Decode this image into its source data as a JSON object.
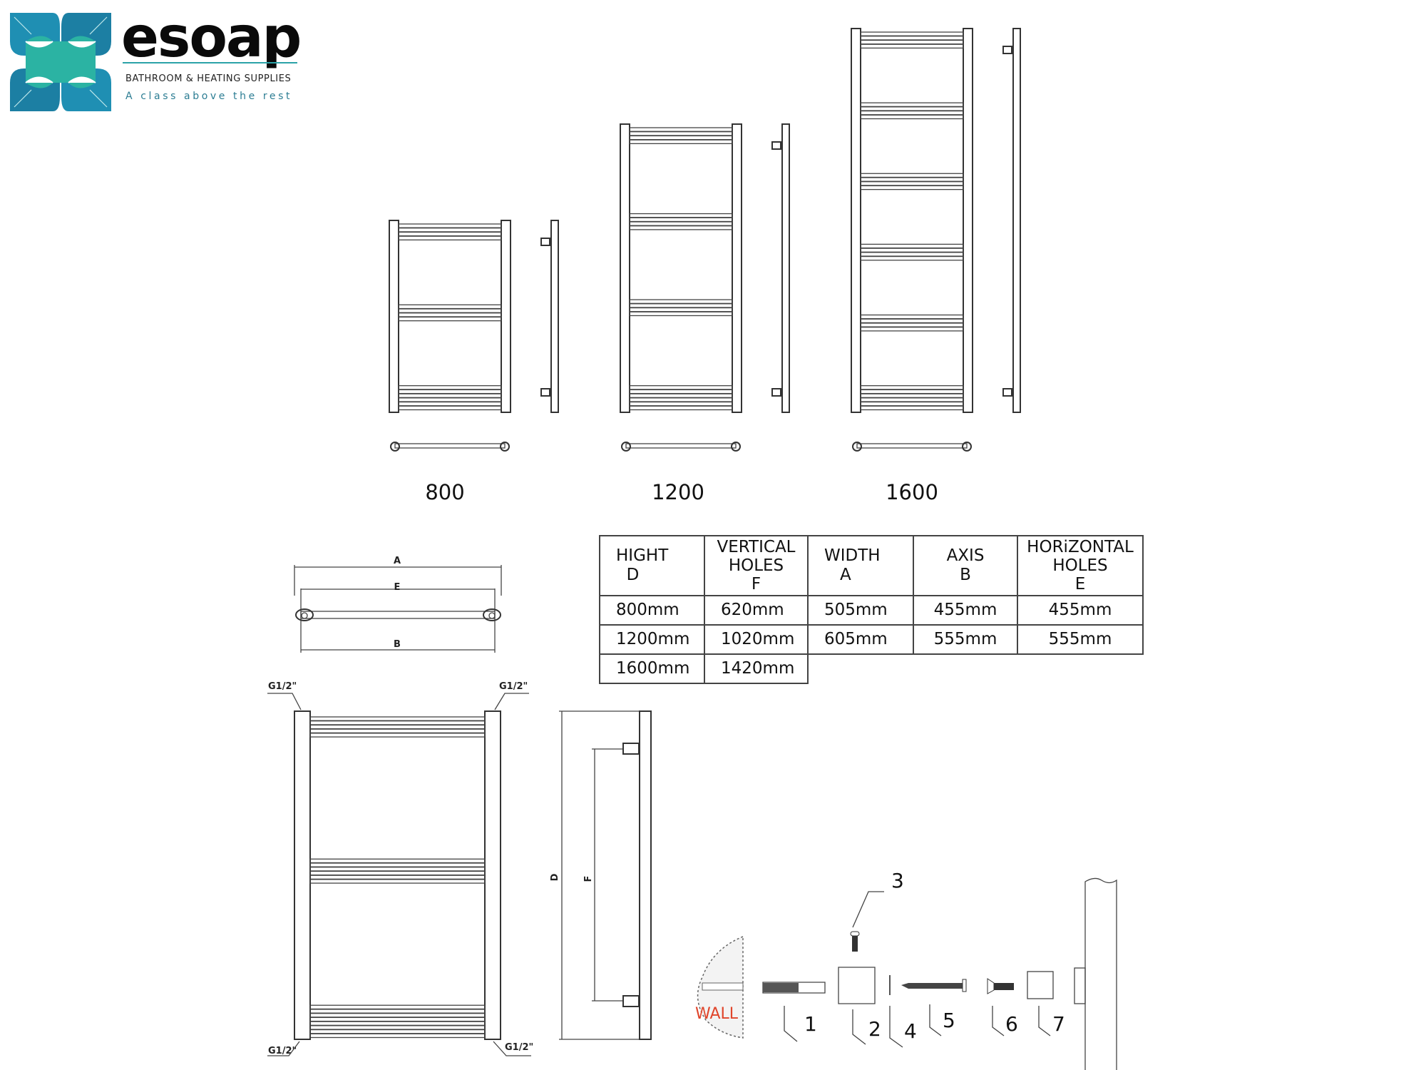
{
  "logo": {
    "brand": "esoap",
    "subtitle": "BATHROOM & HEATING SUPPLIES",
    "tagline": "A class above the rest",
    "colors": {
      "teal": "#2bb3a3",
      "blue": "#1f8fb3",
      "dark_blue": "#1c6f8e"
    }
  },
  "models": [
    {
      "label": "800",
      "height_mm": 800,
      "bar_groups": [
        4,
        4,
        6
      ]
    },
    {
      "label": "1200",
      "height_mm": 1200,
      "bar_groups": [
        4,
        4,
        4,
        6
      ]
    },
    {
      "label": "1600",
      "height_mm": 1600,
      "bar_groups": [
        4,
        4,
        4,
        4,
        4,
        6
      ]
    }
  ],
  "top_view_dims": {
    "a": "A",
    "e": "E",
    "b": "B"
  },
  "front_view": {
    "connection_label": "G1/2\""
  },
  "side_view": {
    "d": "D",
    "f": "F"
  },
  "table": {
    "headers": [
      {
        "line1": "HIGHT",
        "line2": "D"
      },
      {
        "line1": "VERTICAL",
        "line2": "HOLES",
        "line3": "F"
      },
      {
        "line1": "WIDTH",
        "line2": "A"
      },
      {
        "line1": "AXIS",
        "line2": "B"
      },
      {
        "line1": "HORiZONTAL",
        "line2": "HOLES",
        "line3": "E"
      }
    ],
    "rows": [
      [
        "800mm",
        "620mm",
        "505mm",
        "455mm",
        "455mm"
      ],
      [
        "1200mm",
        "1020mm",
        "605mm",
        "555mm",
        "555mm"
      ],
      [
        "1600mm",
        "1420mm"
      ]
    ]
  },
  "fixing": {
    "wall_label": "WALL",
    "wall_color": "#e0452b",
    "parts": [
      "1",
      "2",
      "3",
      "4",
      "5",
      "6",
      "7"
    ]
  }
}
